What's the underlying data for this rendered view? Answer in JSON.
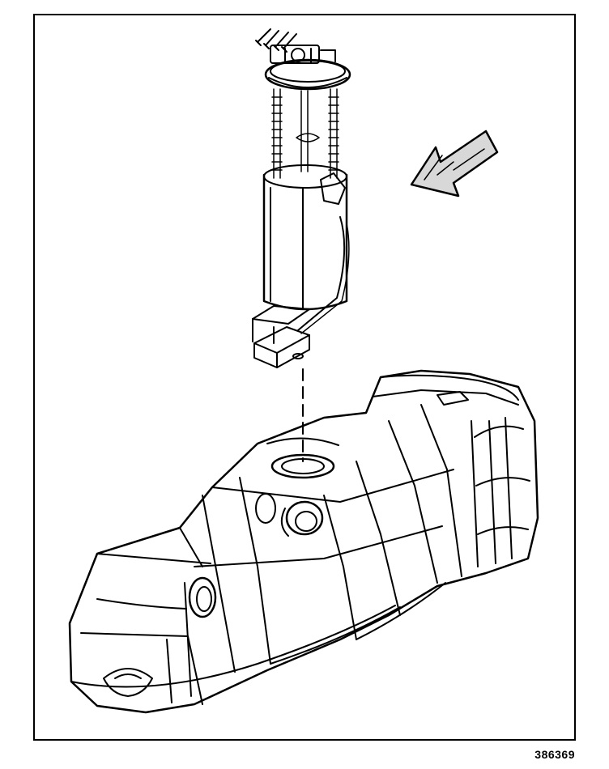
{
  "figure": {
    "id_label": "386369"
  },
  "colors": {
    "ink": "#000000",
    "paper": "#ffffff",
    "arrow_fill": "#d8d8d8"
  },
  "parts": [
    {
      "name": "fuel-pump-module",
      "icon": "fuel-pump-module-icon"
    },
    {
      "name": "fuel-tank",
      "icon": "fuel-tank-icon"
    },
    {
      "name": "direction-arrow",
      "icon": "arrow-down-left-icon"
    }
  ]
}
